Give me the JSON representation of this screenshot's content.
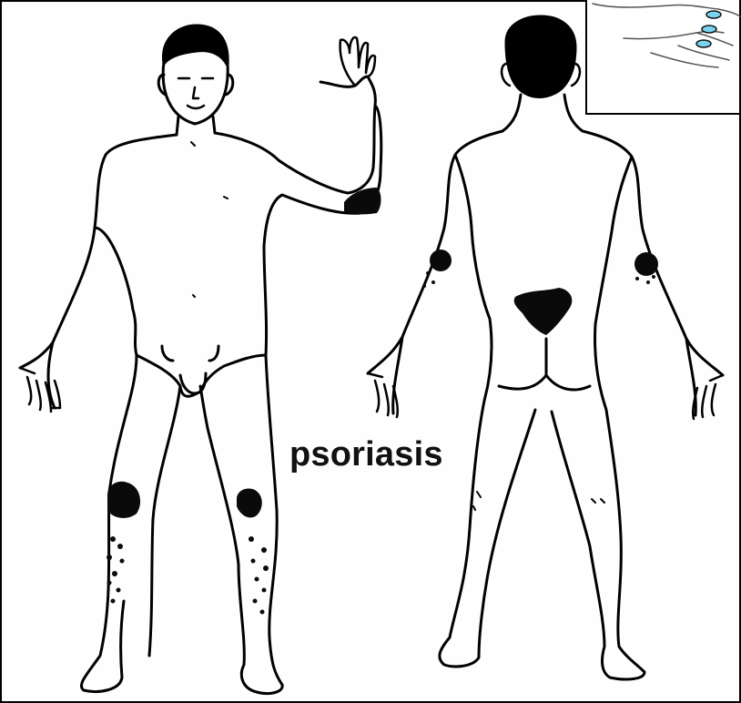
{
  "diagram": {
    "label": "psoriasis",
    "views": [
      "front",
      "back",
      "hand"
    ],
    "colors": {
      "outline": "#000000",
      "plaque": "#0a0a0a",
      "nail_pit": "#7ad3ef",
      "background": "#fefefe"
    },
    "lesion_sites": [
      "front-left-elbow",
      "front-right-knee",
      "front-left-knee",
      "front-shins",
      "back-left-elbow",
      "back-right-elbow",
      "back-sacral",
      "hand-nail-pits"
    ]
  }
}
